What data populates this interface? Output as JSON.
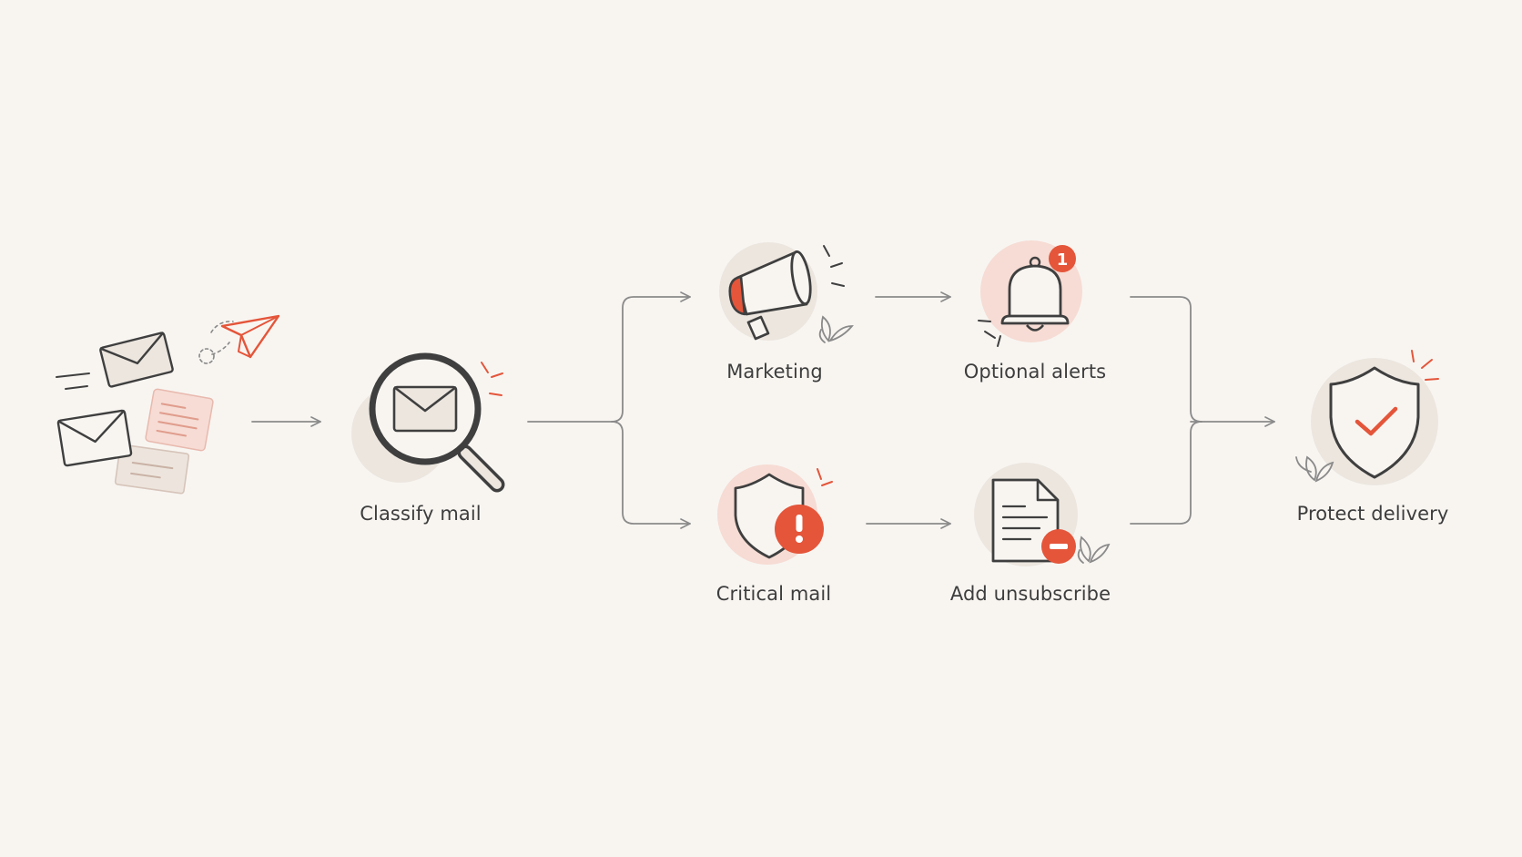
{
  "colors": {
    "background": "#f8f5f1",
    "stroke": "#3f3f3f",
    "accent": "#e4553a",
    "accent_soft": "#f6dcd4",
    "neutral_soft": "#ece6df",
    "connector": "#8a8a8a"
  },
  "nodes": {
    "inbox": {
      "icon": "mail-pile-icon"
    },
    "classify": {
      "label": "Classify mail",
      "icon": "magnifier-envelope-icon"
    },
    "marketing": {
      "label": "Marketing",
      "icon": "megaphone-icon"
    },
    "alerts": {
      "label": "Optional alerts",
      "icon": "bell-icon",
      "badge": "1"
    },
    "critical": {
      "label": "Critical mail",
      "icon": "shield-alert-icon"
    },
    "unsubscribe": {
      "label": "Add unsubscribe",
      "icon": "document-minus-icon"
    },
    "protect": {
      "label": "Protect delivery",
      "icon": "shield-check-icon"
    }
  },
  "edges": [
    {
      "from": "inbox",
      "to": "classify"
    },
    {
      "from": "classify",
      "to": "marketing"
    },
    {
      "from": "classify",
      "to": "critical"
    },
    {
      "from": "marketing",
      "to": "alerts"
    },
    {
      "from": "critical",
      "to": "unsubscribe"
    },
    {
      "from": "alerts",
      "to": "protect"
    },
    {
      "from": "unsubscribe",
      "to": "protect"
    }
  ]
}
